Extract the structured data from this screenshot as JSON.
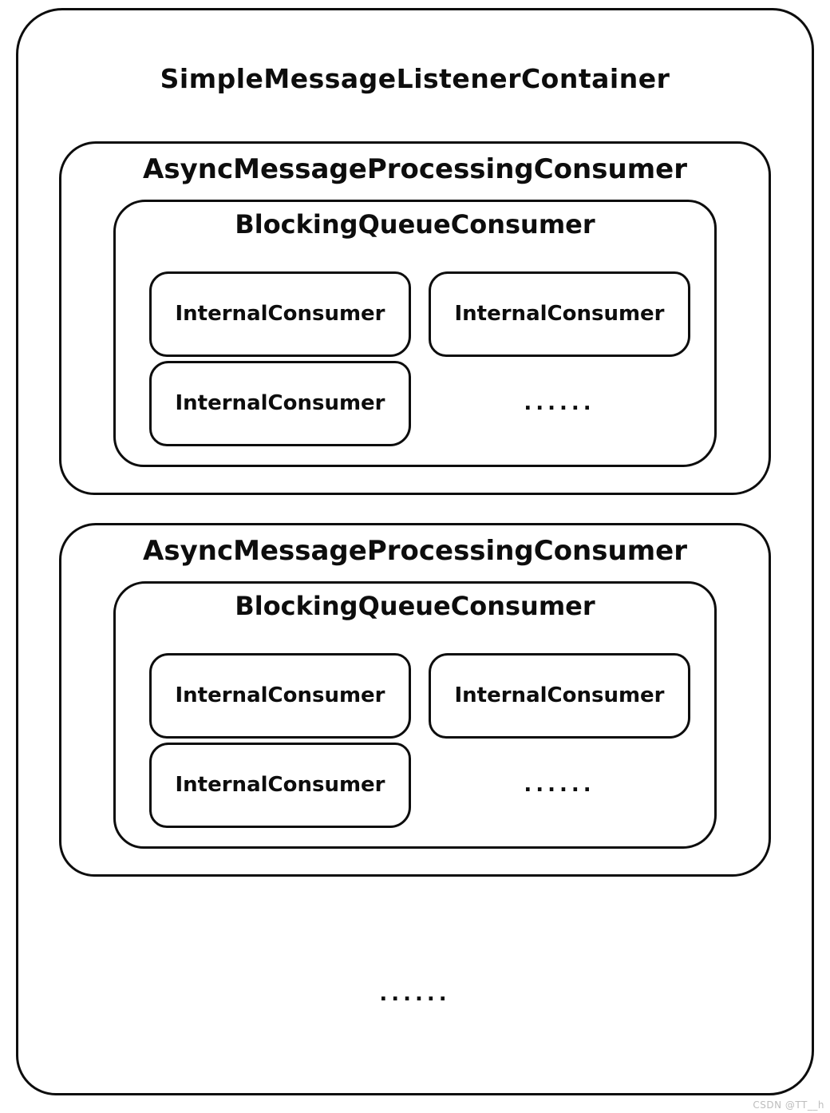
{
  "container": {
    "title": "SimpleMessageListenerContainer",
    "groups": [
      {
        "title": "AsyncMessageProcessingConsumer",
        "queue": {
          "title": "BlockingQueueConsumer",
          "consumers": [
            "InternalConsumer",
            "InternalConsumer",
            "InternalConsumer"
          ],
          "more_label": "......"
        }
      },
      {
        "title": "AsyncMessageProcessingConsumer",
        "queue": {
          "title": "BlockingQueueConsumer",
          "consumers": [
            "InternalConsumer",
            "InternalConsumer",
            "InternalConsumer"
          ],
          "more_label": "......"
        }
      }
    ],
    "more_label": "......"
  },
  "watermark": "CSDN @TT__h",
  "colors": {
    "stroke": "#0d0d0d",
    "background": "#ffffff",
    "watermark_text": "#bdbdbd"
  }
}
